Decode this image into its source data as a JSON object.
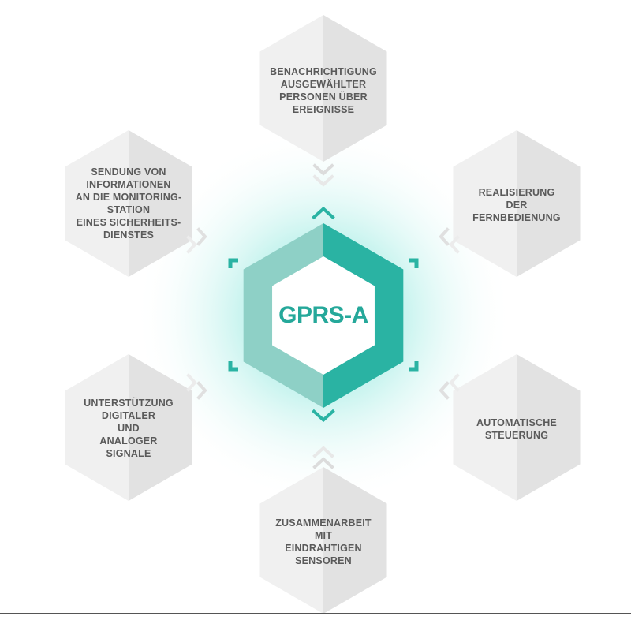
{
  "center": {
    "label": "GPRS-A"
  },
  "features": [
    {
      "id": "top",
      "lines": [
        "BENACHRICHTIGUNG",
        "AUSGEWÄHLTER",
        "PERSONEN ÜBER",
        "EREIGNISSE"
      ]
    },
    {
      "id": "top-left",
      "lines": [
        "SENDUNG VON",
        "INFORMATIONEN",
        "AN DIE MONITORING-",
        "STATION",
        "EINES SICHERHEITS-",
        "DIENSTES"
      ]
    },
    {
      "id": "top-right",
      "lines": [
        "REALISIERUNG",
        "DER",
        "FERNBEDIENUNG"
      ]
    },
    {
      "id": "bottom-left",
      "lines": [
        "UNTERSTÜTZUNG",
        "DIGITALER",
        "UND",
        "ANALOGER",
        "SIGNALE"
      ]
    },
    {
      "id": "bottom-right",
      "lines": [
        "AUTOMATISCHE",
        "STEUERUNG"
      ]
    },
    {
      "id": "bottom",
      "lines": [
        "ZUSAMMENARBEIT",
        "MIT",
        "EINDRAHTIGEN",
        "SENSOREN"
      ]
    }
  ],
  "colors": {
    "teal_dark": "#2ab3a3",
    "teal_light": "#8ed0c6",
    "gray_light": "#f0f0f0",
    "gray_dark": "#e2e2e2",
    "text": "#5a5a5a",
    "center_text": "#25a89a"
  }
}
